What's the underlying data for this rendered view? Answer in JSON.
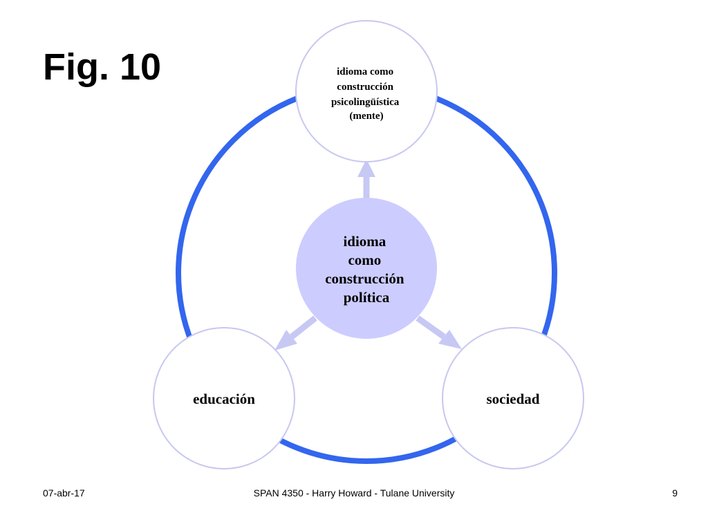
{
  "slide": {
    "title": "Fig. 10"
  },
  "diagram": {
    "colors": {
      "ring": "#3366ee",
      "arrow": "#c8c8f5",
      "node_border": "#c8c8f0",
      "center_fill": "#ccccff",
      "outer_fill": "#ffffff"
    },
    "center": {
      "lines": [
        "idioma",
        "como",
        "construcción",
        "política"
      ]
    },
    "top": {
      "lines": [
        "idioma como",
        "construcción",
        "psicolingüística",
        "(mente)"
      ]
    },
    "left": {
      "lines": [
        "educación"
      ]
    },
    "right": {
      "lines": [
        "sociedad"
      ]
    }
  },
  "footer": {
    "date": "07-abr-17",
    "course": "SPAN 4350 - Harry Howard - Tulane University",
    "page": "9"
  }
}
